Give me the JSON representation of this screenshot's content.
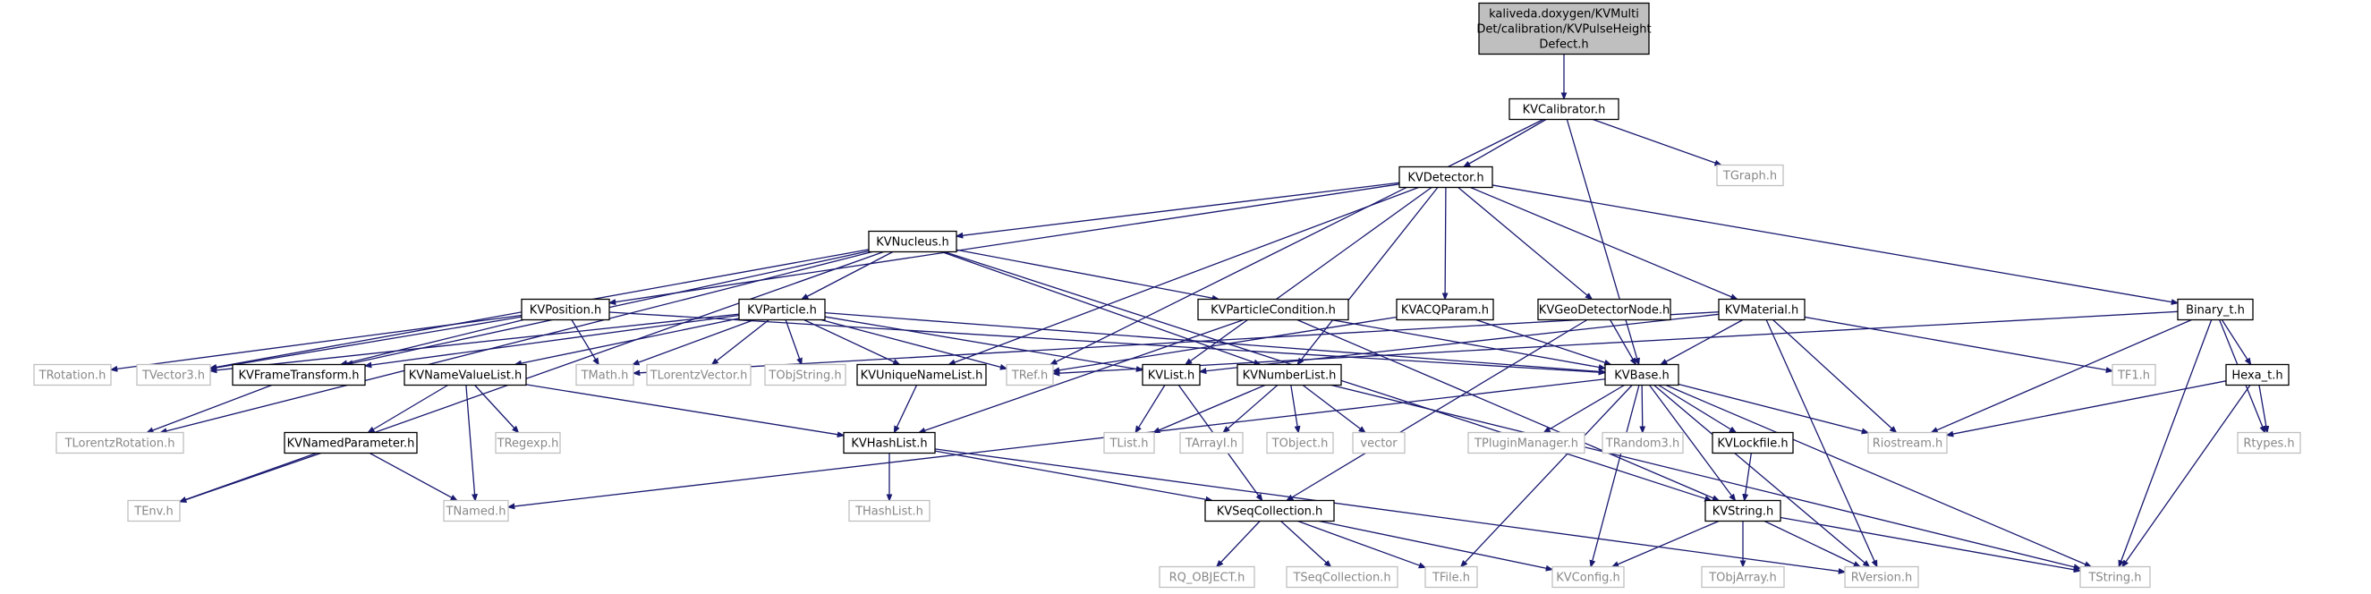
{
  "graph": {
    "nodes": [
      {
        "id": "root",
        "lines": [
          "kaliveda.doxygen/KVMulti",
          "Det/calibration/KVPulseHeight",
          "Defect.h"
        ],
        "kind": "root"
      },
      {
        "id": "KVCalibrator",
        "lines": [
          "KVCalibrator.h"
        ],
        "kind": "std"
      },
      {
        "id": "KVDetector",
        "lines": [
          "KVDetector.h"
        ],
        "kind": "std"
      },
      {
        "id": "TGraph",
        "lines": [
          "TGraph.h"
        ],
        "kind": "ext"
      },
      {
        "id": "KVNucleus",
        "lines": [
          "KVNucleus.h"
        ],
        "kind": "std"
      },
      {
        "id": "KVPosition",
        "lines": [
          "KVPosition.h"
        ],
        "kind": "std"
      },
      {
        "id": "KVParticle",
        "lines": [
          "KVParticle.h"
        ],
        "kind": "std"
      },
      {
        "id": "KVParticleCondition",
        "lines": [
          "KVParticleCondition.h"
        ],
        "kind": "std"
      },
      {
        "id": "KVACQParam",
        "lines": [
          "KVACQParam.h"
        ],
        "kind": "std"
      },
      {
        "id": "KVGeoDetectorNode",
        "lines": [
          "KVGeoDetectorNode.h"
        ],
        "kind": "std"
      },
      {
        "id": "KVMaterial",
        "lines": [
          "KVMaterial.h"
        ],
        "kind": "std"
      },
      {
        "id": "Binary_t",
        "lines": [
          "Binary_t.h"
        ],
        "kind": "std"
      },
      {
        "id": "TRotation",
        "lines": [
          "TRotation.h"
        ],
        "kind": "ext"
      },
      {
        "id": "TVector3",
        "lines": [
          "TVector3.h"
        ],
        "kind": "ext"
      },
      {
        "id": "KVFrameTransform",
        "lines": [
          "KVFrameTransform.h"
        ],
        "kind": "std"
      },
      {
        "id": "KVNameValueList",
        "lines": [
          "KVNameValueList.h"
        ],
        "kind": "std"
      },
      {
        "id": "TMath",
        "lines": [
          "TMath.h"
        ],
        "kind": "ext"
      },
      {
        "id": "TLorentzVector",
        "lines": [
          "TLorentzVector.h"
        ],
        "kind": "ext"
      },
      {
        "id": "TObjString",
        "lines": [
          "TObjString.h"
        ],
        "kind": "ext"
      },
      {
        "id": "KVUniqueNameList",
        "lines": [
          "KVUniqueNameList.h"
        ],
        "kind": "std"
      },
      {
        "id": "TRef",
        "lines": [
          "TRef.h"
        ],
        "kind": "ext"
      },
      {
        "id": "KVList",
        "lines": [
          "KVList.h"
        ],
        "kind": "std"
      },
      {
        "id": "KVNumberList",
        "lines": [
          "KVNumberList.h"
        ],
        "kind": "std"
      },
      {
        "id": "KVBase",
        "lines": [
          "KVBase.h"
        ],
        "kind": "std"
      },
      {
        "id": "TF1",
        "lines": [
          "TF1.h"
        ],
        "kind": "ext"
      },
      {
        "id": "Hexa_t",
        "lines": [
          "Hexa_t.h"
        ],
        "kind": "std"
      },
      {
        "id": "TLorentzRotation",
        "lines": [
          "TLorentzRotation.h"
        ],
        "kind": "ext"
      },
      {
        "id": "KVNamedParameter",
        "lines": [
          "KVNamedParameter.h"
        ],
        "kind": "std"
      },
      {
        "id": "TRegexp",
        "lines": [
          "TRegexp.h"
        ],
        "kind": "ext"
      },
      {
        "id": "KVHashList",
        "lines": [
          "KVHashList.h"
        ],
        "kind": "std"
      },
      {
        "id": "TList",
        "lines": [
          "TList.h"
        ],
        "kind": "ext"
      },
      {
        "id": "TArrayI",
        "lines": [
          "TArrayI.h"
        ],
        "kind": "ext"
      },
      {
        "id": "TObject",
        "lines": [
          "TObject.h"
        ],
        "kind": "ext"
      },
      {
        "id": "vector",
        "lines": [
          "vector"
        ],
        "kind": "ext"
      },
      {
        "id": "TPluginManager",
        "lines": [
          "TPluginManager.h"
        ],
        "kind": "ext"
      },
      {
        "id": "TRandom3",
        "lines": [
          "TRandom3.h"
        ],
        "kind": "ext"
      },
      {
        "id": "KVLockfile",
        "lines": [
          "KVLockfile.h"
        ],
        "kind": "std"
      },
      {
        "id": "Riostream",
        "lines": [
          "Riostream.h"
        ],
        "kind": "ext"
      },
      {
        "id": "Rtypes",
        "lines": [
          "Rtypes.h"
        ],
        "kind": "ext"
      },
      {
        "id": "TEnv",
        "lines": [
          "TEnv.h"
        ],
        "kind": "ext"
      },
      {
        "id": "TNamed",
        "lines": [
          "TNamed.h"
        ],
        "kind": "ext"
      },
      {
        "id": "THashList",
        "lines": [
          "THashList.h"
        ],
        "kind": "ext"
      },
      {
        "id": "KVSeqCollection",
        "lines": [
          "KVSeqCollection.h"
        ],
        "kind": "std"
      },
      {
        "id": "KVString",
        "lines": [
          "KVString.h"
        ],
        "kind": "std"
      },
      {
        "id": "RQ_OBJECT",
        "lines": [
          "RQ_OBJECT.h"
        ],
        "kind": "ext"
      },
      {
        "id": "TSeqCollection",
        "lines": [
          "TSeqCollection.h"
        ],
        "kind": "ext"
      },
      {
        "id": "TFile",
        "lines": [
          "TFile.h"
        ],
        "kind": "ext"
      },
      {
        "id": "KVConfig",
        "lines": [
          "KVConfig.h"
        ],
        "kind": "ext"
      },
      {
        "id": "TObjArray",
        "lines": [
          "TObjArray.h"
        ],
        "kind": "ext"
      },
      {
        "id": "RVersion",
        "lines": [
          "RVersion.h"
        ],
        "kind": "ext"
      },
      {
        "id": "TString",
        "lines": [
          "TString.h"
        ],
        "kind": "ext"
      }
    ],
    "edges": [
      [
        "root",
        "KVCalibrator"
      ],
      [
        "KVCalibrator",
        "KVDetector"
      ],
      [
        "KVCalibrator",
        "TGraph"
      ],
      [
        "KVCalibrator",
        "KVBase"
      ],
      [
        "KVCalibrator",
        "TRef"
      ],
      [
        "KVDetector",
        "KVNucleus"
      ],
      [
        "KVDetector",
        "KVPosition"
      ],
      [
        "KVDetector",
        "KVACQParam"
      ],
      [
        "KVDetector",
        "KVGeoDetectorNode"
      ],
      [
        "KVDetector",
        "KVMaterial"
      ],
      [
        "KVDetector",
        "Binary_t"
      ],
      [
        "KVDetector",
        "KVList"
      ],
      [
        "KVDetector",
        "KVUniqueNameList"
      ],
      [
        "KVDetector",
        "KVNumberList"
      ],
      [
        "KVNucleus",
        "KVParticle"
      ],
      [
        "KVNucleus",
        "KVParticleCondition"
      ],
      [
        "KVNucleus",
        "KVNumberList"
      ],
      [
        "KVNucleus",
        "KVString"
      ],
      [
        "KVNucleus",
        "TEnv"
      ],
      [
        "KVNucleus",
        "TLorentzRotation"
      ],
      [
        "KVNucleus",
        "TVector3"
      ],
      [
        "KVNucleus",
        "KVFrameTransform"
      ],
      [
        "KVPosition",
        "TVector3"
      ],
      [
        "KVPosition",
        "TMath"
      ],
      [
        "KVPosition",
        "TRotation"
      ],
      [
        "KVPosition",
        "KVBase"
      ],
      [
        "KVPosition",
        "KVFrameTransform"
      ],
      [
        "KVParticle",
        "TVector3"
      ],
      [
        "KVParticle",
        "KVFrameTransform"
      ],
      [
        "KVParticle",
        "KVNameValueList"
      ],
      [
        "KVParticle",
        "TMath"
      ],
      [
        "KVParticle",
        "TLorentzVector"
      ],
      [
        "KVParticle",
        "TObjString"
      ],
      [
        "KVParticle",
        "KVUniqueNameList"
      ],
      [
        "KVParticle",
        "TRef"
      ],
      [
        "KVParticle",
        "KVList"
      ],
      [
        "KVParticle",
        "KVBase"
      ],
      [
        "KVParticleCondition",
        "KVBase"
      ],
      [
        "KVParticleCondition",
        "KVHashList"
      ],
      [
        "KVParticleCondition",
        "KVString"
      ],
      [
        "KVACQParam",
        "KVBase"
      ],
      [
        "KVACQParam",
        "TRef"
      ],
      [
        "KVGeoDetectorNode",
        "KVBase"
      ],
      [
        "KVGeoDetectorNode",
        "KVSeqCollection"
      ],
      [
        "KVMaterial",
        "KVBase"
      ],
      [
        "KVMaterial",
        "TF1"
      ],
      [
        "KVMaterial",
        "Riostream"
      ],
      [
        "KVMaterial",
        "RVersion"
      ],
      [
        "KVMaterial",
        "KVList"
      ],
      [
        "KVMaterial",
        "TMath"
      ],
      [
        "Binary_t",
        "Hexa_t"
      ],
      [
        "Binary_t",
        "Riostream"
      ],
      [
        "Binary_t",
        "Rtypes"
      ],
      [
        "Binary_t",
        "TString"
      ],
      [
        "Binary_t",
        "TRef"
      ],
      [
        "Hexa_t",
        "Riostream"
      ],
      [
        "Hexa_t",
        "Rtypes"
      ],
      [
        "Hexa_t",
        "TString"
      ],
      [
        "KVFrameTransform",
        "TLorentzRotation"
      ],
      [
        "KVNameValueList",
        "KVNamedParameter"
      ],
      [
        "KVNameValueList",
        "TNamed"
      ],
      [
        "KVNameValueList",
        "TRegexp"
      ],
      [
        "KVNameValueList",
        "KVHashList"
      ],
      [
        "KVNamedParameter",
        "TEnv"
      ],
      [
        "KVNamedParameter",
        "TNamed"
      ],
      [
        "KVUniqueNameList",
        "KVHashList"
      ],
      [
        "KVList",
        "TList"
      ],
      [
        "KVList",
        "KVSeqCollection"
      ],
      [
        "KVNumberList",
        "TList"
      ],
      [
        "KVNumberList",
        "TArrayI"
      ],
      [
        "KVNumberList",
        "TObject"
      ],
      [
        "KVNumberList",
        "vector"
      ],
      [
        "KVNumberList",
        "TString"
      ],
      [
        "KVBase",
        "TNamed"
      ],
      [
        "KVBase",
        "TPluginManager"
      ],
      [
        "KVBase",
        "TRandom3"
      ],
      [
        "KVBase",
        "KVLockfile"
      ],
      [
        "KVBase",
        "Riostream"
      ],
      [
        "KVBase",
        "RVersion"
      ],
      [
        "KVBase",
        "TString"
      ],
      [
        "KVBase",
        "KVConfig"
      ],
      [
        "KVBase",
        "TFile"
      ],
      [
        "KVBase",
        "KVString"
      ],
      [
        "KVHashList",
        "THashList"
      ],
      [
        "KVHashList",
        "KVSeqCollection"
      ],
      [
        "KVHashList",
        "RVersion"
      ],
      [
        "KVLockfile",
        "KVString"
      ],
      [
        "KVSeqCollection",
        "RQ_OBJECT"
      ],
      [
        "KVSeqCollection",
        "TSeqCollection"
      ],
      [
        "KVSeqCollection",
        "TFile"
      ],
      [
        "KVSeqCollection",
        "KVConfig"
      ],
      [
        "KVString",
        "TObjArray"
      ],
      [
        "KVString",
        "RVersion"
      ],
      [
        "KVString",
        "TString"
      ],
      [
        "KVString",
        "KVConfig"
      ]
    ]
  }
}
